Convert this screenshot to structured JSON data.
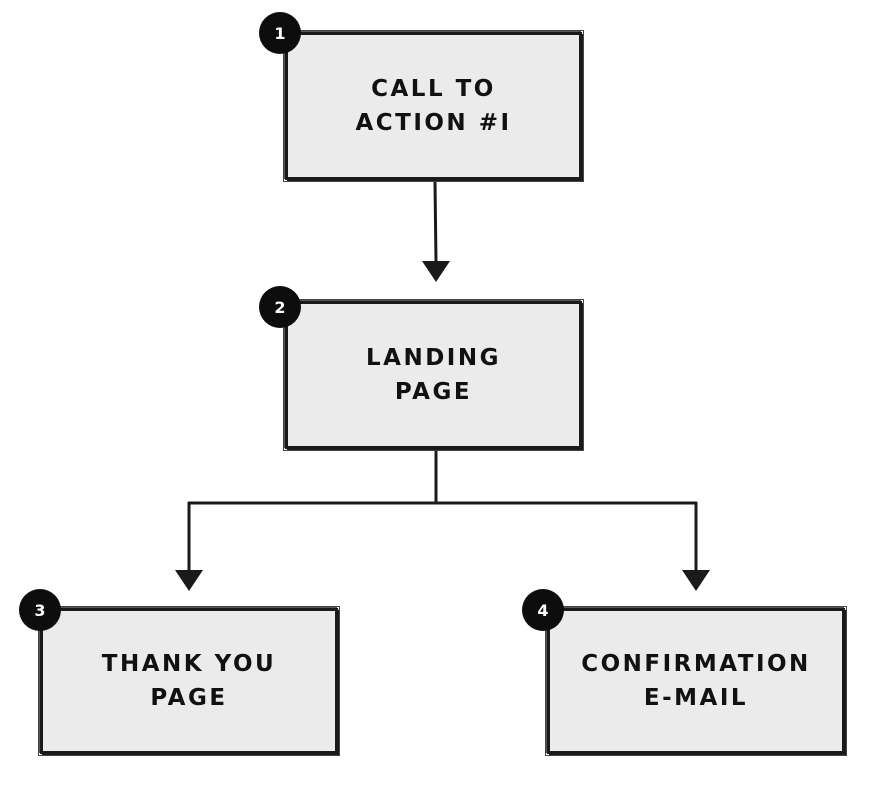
{
  "steps": [
    {
      "number": "1",
      "lines": [
        "CALL TO",
        "ACTION #I"
      ]
    },
    {
      "number": "2",
      "lines": [
        "LANDING",
        "PAGE"
      ]
    },
    {
      "number": "3",
      "lines": [
        "THANK YOU",
        "PAGE"
      ]
    },
    {
      "number": "4",
      "lines": [
        "CONFIRMATION",
        "E-MAIL"
      ]
    }
  ],
  "colors": {
    "box_fill": "#ebebeb",
    "stroke": "#1a1a1a",
    "badge_fill": "#0d0d0d",
    "badge_text": "#ffffff"
  }
}
